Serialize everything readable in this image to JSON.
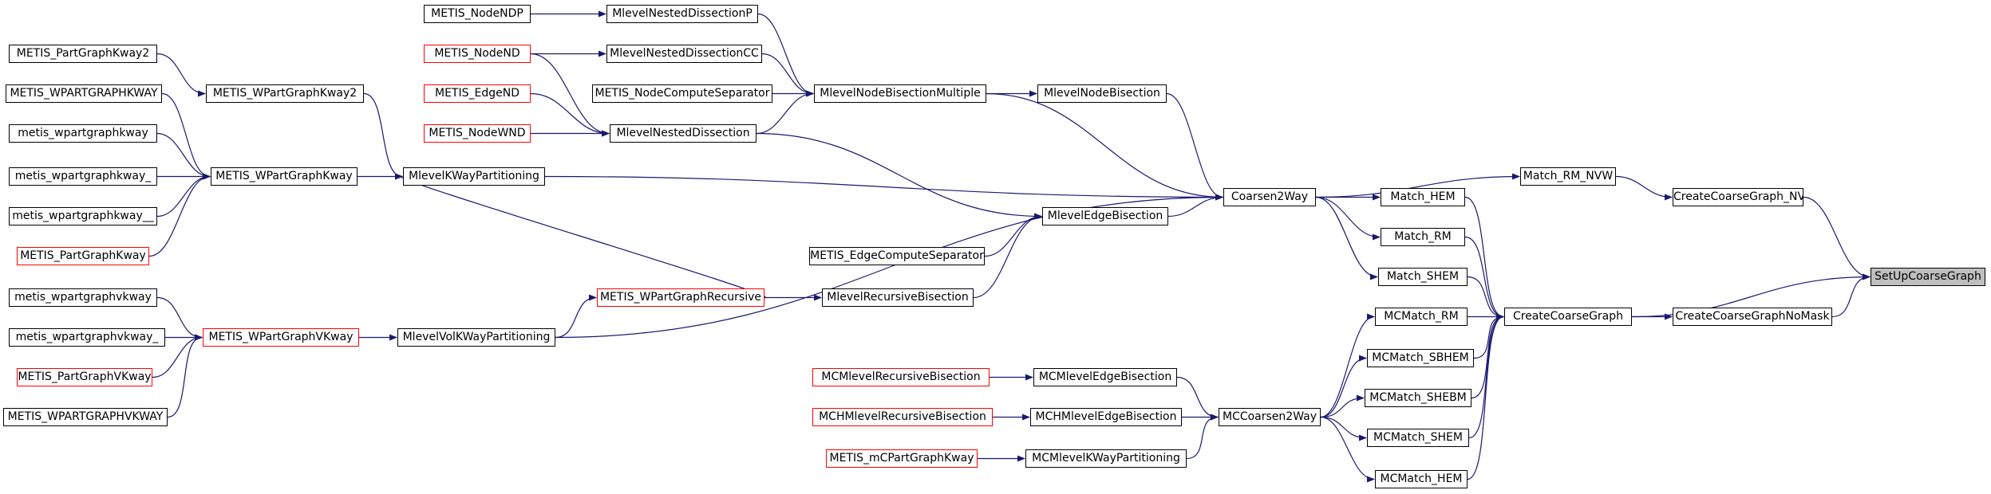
{
  "diagram": {
    "colors": {
      "edge": "#191970",
      "node_border": "#000000",
      "incomplete_border": "#ff0000",
      "root_fill": "#bfbfbf"
    },
    "nodes": [
      {
        "id": "n_ndp",
        "label": "METIS_NodeNDP",
        "red": false
      },
      {
        "id": "n_mndp",
        "label": "MlevelNestedDissectionP",
        "red": false
      },
      {
        "id": "n_pgk2",
        "label": "METIS_PartGraphKway2",
        "red": false
      },
      {
        "id": "n_nodend",
        "label": "METIS_NodeND",
        "red": true
      },
      {
        "id": "n_mndcc",
        "label": "MlevelNestedDissectionCC",
        "red": false
      },
      {
        "id": "n_wpgk2",
        "label": "METIS_WPartGraphKway2",
        "red": false
      },
      {
        "id": "n_WPGKW",
        "label": "METIS_WPARTGRAPHKWAY",
        "red": false
      },
      {
        "id": "n_edgend",
        "label": "METIS_EdgeND",
        "red": true
      },
      {
        "id": "n_ncs",
        "label": "METIS_NodeComputeSeparator",
        "red": false
      },
      {
        "id": "n_mnbm",
        "label": "MlevelNodeBisectionMultiple",
        "red": false
      },
      {
        "id": "n_mnb",
        "label": "MlevelNodeBisection",
        "red": false
      },
      {
        "id": "n_wpgkw_l",
        "label": "metis_wpartgraphkway",
        "red": false
      },
      {
        "id": "n_nodewnd",
        "label": "METIS_NodeWND",
        "red": true
      },
      {
        "id": "n_mnd",
        "label": "MlevelNestedDissection",
        "red": false
      },
      {
        "id": "n_wpgkw_u",
        "label": "metis_wpartgraphkway_",
        "red": false
      },
      {
        "id": "n_wpgk",
        "label": "METIS_WPartGraphKway",
        "red": false
      },
      {
        "id": "n_mkwp",
        "label": "MlevelKWayPartitioning",
        "red": false
      },
      {
        "id": "n_mrnvw",
        "label": "Match_RM_NVW",
        "red": false
      },
      {
        "id": "n_c2w",
        "label": "Coarsen2Way",
        "red": false
      },
      {
        "id": "n_mhem",
        "label": "Match_HEM",
        "red": false
      },
      {
        "id": "n_ccgnvw",
        "label": "CreateCoarseGraph_NVW",
        "red": false
      },
      {
        "id": "n_wpgkw_uu",
        "label": "metis_wpartgraphkway__",
        "red": false
      },
      {
        "id": "n_meb",
        "label": "MlevelEdgeBisection",
        "red": false
      },
      {
        "id": "n_mrm",
        "label": "Match_RM",
        "red": false
      },
      {
        "id": "n_pgk",
        "label": "METIS_PartGraphKway",
        "red": true
      },
      {
        "id": "n_ecs",
        "label": "METIS_EdgeComputeSeparator",
        "red": false
      },
      {
        "id": "n_mshem",
        "label": "Match_SHEM",
        "red": false
      },
      {
        "id": "n_sucg",
        "label": "SetUpCoarseGraph",
        "red": false,
        "root": true
      },
      {
        "id": "n_wpvk_l",
        "label": "metis_wpartgraphvkway",
        "red": false
      },
      {
        "id": "n_wpgr",
        "label": "METIS_WPartGraphRecursive",
        "red": true
      },
      {
        "id": "n_mrb",
        "label": "MlevelRecursiveBisection",
        "red": false
      },
      {
        "id": "n_mcmrm",
        "label": "MCMatch_RM",
        "red": false
      },
      {
        "id": "n_ccg",
        "label": "CreateCoarseGraph",
        "red": false
      },
      {
        "id": "n_ccgnm",
        "label": "CreateCoarseGraphNoMask",
        "red": false
      },
      {
        "id": "n_wpvk_u",
        "label": "metis_wpartgraphvkway_",
        "red": false
      },
      {
        "id": "n_wpgvk",
        "label": "METIS_WPartGraphVKway",
        "red": true
      },
      {
        "id": "n_mvkwp",
        "label": "MlevelVolKWayPartitioning",
        "red": false
      },
      {
        "id": "n_mcsbhem",
        "label": "MCMatch_SBHEM",
        "red": false
      },
      {
        "id": "n_pgvk",
        "label": "METIS_PartGraphVKway",
        "red": true
      },
      {
        "id": "n_mcmrb",
        "label": "MCMlevelRecursiveBisection",
        "red": true
      },
      {
        "id": "n_mcmeb",
        "label": "MCMlevelEdgeBisection",
        "red": false
      },
      {
        "id": "n_mcshebm",
        "label": "MCMatch_SHEBM",
        "red": false
      },
      {
        "id": "n_WPGVKW",
        "label": "METIS_WPARTGRAPHVKWAY",
        "red": false
      },
      {
        "id": "n_mchrb",
        "label": "MCHMlevelRecursiveBisection",
        "red": true
      },
      {
        "id": "n_mchmeb",
        "label": "MCHMlevelEdgeBisection",
        "red": false
      },
      {
        "id": "n_mcc2w",
        "label": "MCCoarsen2Way",
        "red": false
      },
      {
        "id": "n_mcshem",
        "label": "MCMatch_SHEM",
        "red": false
      },
      {
        "id": "n_mcpgk",
        "label": "METIS_mCPartGraphKway",
        "red": true
      },
      {
        "id": "n_mcmkwp",
        "label": "MCMlevelKWayPartitioning",
        "red": false
      },
      {
        "id": "n_mchem",
        "label": "MCMatch_HEM",
        "red": false
      }
    ],
    "edges": [
      {
        "from": "n_ndp",
        "to": "n_mndp"
      },
      {
        "from": "n_mndp",
        "to": "n_mnbm"
      },
      {
        "from": "n_nodend",
        "to": "n_mndcc"
      },
      {
        "from": "n_nodend",
        "to": "n_mnd"
      },
      {
        "from": "n_mndcc",
        "to": "n_mnbm"
      },
      {
        "from": "n_edgend",
        "to": "n_mnd"
      },
      {
        "from": "n_nodewnd",
        "to": "n_mnd"
      },
      {
        "from": "n_ncs",
        "to": "n_mnbm"
      },
      {
        "from": "n_mnd",
        "to": "n_mnbm"
      },
      {
        "from": "n_mnd",
        "to": "n_meb"
      },
      {
        "from": "n_mnbm",
        "to": "n_mnb"
      },
      {
        "from": "n_mnbm",
        "to": "n_c2w"
      },
      {
        "from": "n_mnb",
        "to": "n_c2w"
      },
      {
        "from": "n_pgk2",
        "to": "n_wpgk2"
      },
      {
        "from": "n_wpgk2",
        "to": "n_mkwp"
      },
      {
        "from": "n_WPGKW",
        "to": "n_wpgk"
      },
      {
        "from": "n_wpgkw_l",
        "to": "n_wpgk"
      },
      {
        "from": "n_wpgkw_u",
        "to": "n_wpgk"
      },
      {
        "from": "n_wpgkw_uu",
        "to": "n_wpgk"
      },
      {
        "from": "n_pgk",
        "to": "n_wpgk"
      },
      {
        "from": "n_wpgk",
        "to": "n_mkwp"
      },
      {
        "from": "n_mkwp",
        "to": "n_c2w"
      },
      {
        "from": "n_wpgr",
        "to": "n_mkwp"
      },
      {
        "from": "n_ecs",
        "to": "n_meb"
      },
      {
        "from": "n_mrb",
        "to": "n_meb"
      },
      {
        "from": "n_meb",
        "to": "n_c2w"
      },
      {
        "from": "n_wpgr",
        "to": "n_mrb"
      },
      {
        "from": "n_wpvk_l",
        "to": "n_wpgvk"
      },
      {
        "from": "n_wpvk_u",
        "to": "n_wpgvk"
      },
      {
        "from": "n_pgvk",
        "to": "n_wpgvk"
      },
      {
        "from": "n_WPGVKW",
        "to": "n_wpgvk"
      },
      {
        "from": "n_wpgvk",
        "to": "n_mvkwp"
      },
      {
        "from": "n_mvkwp",
        "to": "n_wpgr"
      },
      {
        "from": "n_mvkwp",
        "to": "n_c2w"
      },
      {
        "from": "n_c2w",
        "to": "n_mrnvw"
      },
      {
        "from": "n_c2w",
        "to": "n_mhem"
      },
      {
        "from": "n_c2w",
        "to": "n_mrm"
      },
      {
        "from": "n_c2w",
        "to": "n_mshem"
      },
      {
        "from": "n_mrnvw",
        "to": "n_ccgnvw"
      },
      {
        "from": "n_ccgnvw",
        "to": "n_sucg"
      },
      {
        "from": "n_mhem",
        "to": "n_ccg"
      },
      {
        "from": "n_mrm",
        "to": "n_ccg"
      },
      {
        "from": "n_mshem",
        "to": "n_ccg"
      },
      {
        "from": "n_mcmrm",
        "to": "n_ccg"
      },
      {
        "from": "n_mcsbhem",
        "to": "n_ccg"
      },
      {
        "from": "n_mcshebm",
        "to": "n_ccg"
      },
      {
        "from": "n_mcshem",
        "to": "n_ccg"
      },
      {
        "from": "n_mchem",
        "to": "n_ccg"
      },
      {
        "from": "n_ccg",
        "to": "n_sucg"
      },
      {
        "from": "n_ccg",
        "to": "n_ccgnm"
      },
      {
        "from": "n_ccgnm",
        "to": "n_sucg"
      },
      {
        "from": "n_mcmrb",
        "to": "n_mcmeb"
      },
      {
        "from": "n_mchrb",
        "to": "n_mchmeb"
      },
      {
        "from": "n_mcpgk",
        "to": "n_mcmkwp"
      },
      {
        "from": "n_mcmeb",
        "to": "n_mcc2w"
      },
      {
        "from": "n_mchmeb",
        "to": "n_mcc2w"
      },
      {
        "from": "n_mcmkwp",
        "to": "n_mcc2w"
      },
      {
        "from": "n_mcc2w",
        "to": "n_mcmrm"
      },
      {
        "from": "n_mcc2w",
        "to": "n_mcsbhem"
      },
      {
        "from": "n_mcc2w",
        "to": "n_mcshebm"
      },
      {
        "from": "n_mcc2w",
        "to": "n_mcshem"
      },
      {
        "from": "n_mcc2w",
        "to": "n_mchem"
      }
    ]
  }
}
